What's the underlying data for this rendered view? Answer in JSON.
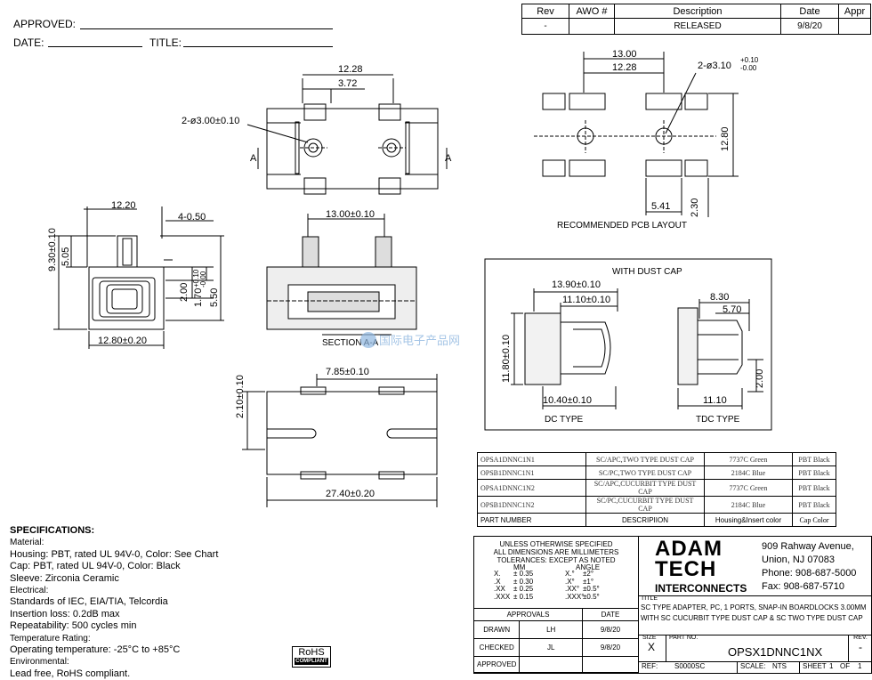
{
  "header": {
    "approved_label": "APPROVED:",
    "date_label": "DATE:",
    "title_label": "TITLE:"
  },
  "revision_table": {
    "headers": [
      "Rev",
      "AWO #",
      "Description",
      "Date",
      "Appr"
    ],
    "row": {
      "rev": "-",
      "awo": "",
      "description": "RELEASED",
      "date": "9/8/20",
      "appr": ""
    }
  },
  "top_view": {
    "dim_overall": "12.28",
    "dim_slot": "3.72",
    "dim_holes": "2-ø3.00±0.10",
    "section_mark": "A"
  },
  "pcb_layout": {
    "dim_overall": "13.00",
    "dim_holes_span": "12.28",
    "dim_holes": "2-ø3.10",
    "tol_upper": "+0.10",
    "tol_lower": "-0.00",
    "dim_height": "12.80",
    "dim_offset": "5.41",
    "dim_slot": "2.30",
    "caption": "RECOMMENDED PCB LAYOUT"
  },
  "front_view": {
    "dim_depth": "12.20",
    "dim_latch": "4-0.50",
    "dim_height_total": "9.30±0.10",
    "dim_top": "5.05",
    "dim_a": "2.00",
    "dim_b": "1.70",
    "tol_b_upper": "+0.10",
    "tol_b_lower": "-0.00",
    "dim_c": "5.50",
    "dim_width": "12.80±0.20"
  },
  "section_view": {
    "dim_pitch": "13.00±0.10",
    "caption": "SECTION A-A"
  },
  "bottom_view": {
    "dim_slot": "7.85±0.10",
    "dim_height": "2.10±0.10",
    "dim_length": "27.40±0.20"
  },
  "dust_cap": {
    "title": "WITH DUST CAP",
    "dc_overall": "13.90±0.10",
    "dc_body": "11.10±0.10",
    "dc_height": "11.80±0.10",
    "dc_bottom": "10.40±0.10",
    "dc_label": "DC TYPE",
    "tdc_top": "8.30",
    "tdc_mid": "5.70",
    "tdc_side": "2.00",
    "tdc_bottom": "11.10",
    "tdc_label": "TDC TYPE"
  },
  "parts_table": {
    "rows": [
      [
        "OPSA1DNNC1N1",
        "SC/APC,TWO TYPE DUST CAP",
        "7737C Green",
        "PBT Black"
      ],
      [
        "OPSB1DNNC1N1",
        "SC/PC,TWO TYPE DUST CAP",
        "2184C Blue",
        "PBT Black"
      ],
      [
        "OPSA1DNNC1N2",
        "SC/APC,CUCURBIT TYPE DUST CAP",
        "7737C Green",
        "PBT Black"
      ],
      [
        "OPSB1DNNC1N2",
        "SC/PC,CUCURBIT TYPE DUST CAP",
        "2184C Blue",
        "PBT Black"
      ]
    ],
    "header": [
      "PART NUMBER",
      "DESCRIPIION",
      "Housing&Insert color",
      "Cap Color"
    ]
  },
  "watermark": {
    "text": "国际电子产品网"
  },
  "specifications": {
    "title": "SPECIFICATIONS:",
    "lines": [
      "Material:",
      "Housing: PBT, rated UL 94V-0, Color: See Chart",
      "Cap: PBT, rated UL 94V-0, Color: Black",
      "Sleeve: Zirconia Ceramic",
      "Electrical:",
      "Standards of IEC, EIA/TIA, Telcordia",
      "Insertion loss: 0.2dB max",
      "Repeatability: 500 cycles min",
      "Temperature Rating:",
      "Operating temperature: -25°C to +85°C",
      "Environmental:",
      "Lead free, RoHS compliant."
    ]
  },
  "rohs": {
    "text": "RoHS",
    "sub": "COMPLIANT"
  },
  "title_block": {
    "tolerance_lines": [
      "UNLESS OTHERWISE SPECIFIED",
      "ALL DIMENSIONS ARE MILLIMETERS",
      "TOLERANCES: EXCEPT AS NOTED"
    ],
    "mm_label": "MM",
    "angle_label": "ANGLE",
    "tolerances": [
      [
        "X.",
        "± 0.35",
        "X.°",
        "±2°"
      ],
      [
        ".X",
        "± 0.30",
        ".X°",
        "±1°"
      ],
      [
        ".XX",
        "± 0.25",
        ".XX°",
        "±0.5°"
      ],
      [
        ".XXX",
        "± 0.15",
        ".XXX°",
        "±0.5°"
      ]
    ],
    "approvals_label": "APPROVALS",
    "date_label": "DATE",
    "drawn_label": "DRAWN",
    "drawn_by": "LH",
    "drawn_date": "9/8/20",
    "checked_label": "CHECKED",
    "checked_by": "JL",
    "checked_date": "9/8/20",
    "approved_label": "APPROVED",
    "logo_line1": "ADAM",
    "logo_line2": "TECH",
    "logo_line3": "INTERCONNECTS",
    "address": [
      "909 Rahway Avenue,",
      "Union, NJ 07083",
      "Phone: 908-687-5000",
      "Fax: 908-687-5710"
    ],
    "title_label": "TITLE",
    "title_text": [
      "SC TYPE ADAPTER, PC, 1 PORTS, SNAP-IN BOARDLOCKS 3.00MM",
      "WITH SC CUCURBIT TYPE DUST CAP & SC TWO TYPE DUST CAP"
    ],
    "size_label": "SIZE",
    "size": "X",
    "part_no_label": "PART NO.",
    "part_no": "OPSX1DNNC1NX",
    "rev_label": "REV.",
    "rev": "-",
    "ref_label": "REF:",
    "ref": "S0000SC",
    "scale_label": "SCALE:",
    "scale": "NTS",
    "sheet_label": "SHEET",
    "sheet": "1",
    "of_label": "OF",
    "sheets": "1"
  }
}
